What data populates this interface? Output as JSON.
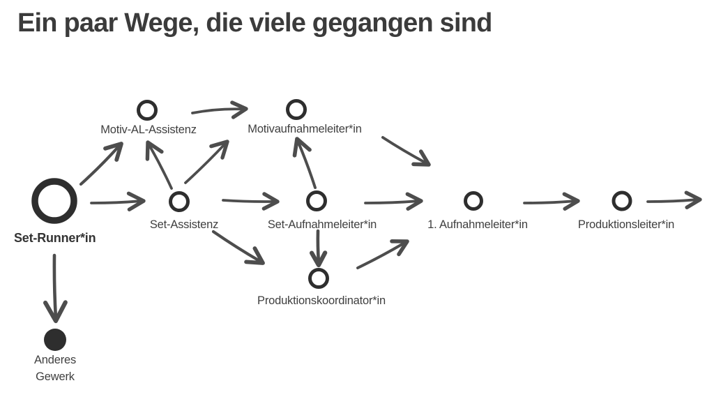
{
  "title": "Ein paar Wege, die viele gegangen sind",
  "colors": {
    "ink": "#2e2e2e",
    "arrow": "#4d4d4d",
    "text": "#3f3f3f",
    "title": "#3b3b3b",
    "background": "#ffffff"
  },
  "nodes": {
    "set_runner": {
      "label": "Set-Runner*in"
    },
    "motiv_al_assistenz": {
      "label": "Motiv-AL-Assistenz"
    },
    "motivaufnahmeleiter": {
      "label": "Motivaufnahmeleiter*in"
    },
    "set_assistenz": {
      "label": "Set-Assistenz"
    },
    "set_aufnahmeleiter": {
      "label": "Set-Aufnahmeleiter*in"
    },
    "erster_aufnahmeleiter": {
      "label": "1.  Aufnahmeleiter*in"
    },
    "produktionsleiter": {
      "label": "Produktionsleiter*in"
    },
    "produktionskoordinator": {
      "label": "Produktionskoordinator*in"
    },
    "anderes_gewerk": {
      "label_lines": [
        "Anderes",
        "Gewerk"
      ]
    }
  },
  "edges": [
    {
      "from": "set_runner",
      "to": "motiv_al_assistenz"
    },
    {
      "from": "set_runner",
      "to": "set_assistenz"
    },
    {
      "from": "set_runner",
      "to": "anderes_gewerk"
    },
    {
      "from": "set_assistenz",
      "to": "motiv_al_assistenz"
    },
    {
      "from": "set_assistenz",
      "to": "motivaufnahmeleiter"
    },
    {
      "from": "set_assistenz",
      "to": "set_aufnahmeleiter"
    },
    {
      "from": "set_assistenz",
      "to": "produktionskoordinator"
    },
    {
      "from": "motiv_al_assistenz",
      "to": "motivaufnahmeleiter"
    },
    {
      "from": "set_aufnahmeleiter",
      "to": "motivaufnahmeleiter"
    },
    {
      "from": "set_aufnahmeleiter",
      "to": "erster_aufnahmeleiter"
    },
    {
      "from": "motivaufnahmeleiter",
      "to": "erster_aufnahmeleiter"
    },
    {
      "from": "set_aufnahmeleiter",
      "to": "produktionskoordinator"
    },
    {
      "from": "produktionskoordinator",
      "to": "erster_aufnahmeleiter"
    },
    {
      "from": "erster_aufnahmeleiter",
      "to": "produktionsleiter"
    },
    {
      "from": "produktionsleiter",
      "to": "offscreen_right"
    }
  ]
}
